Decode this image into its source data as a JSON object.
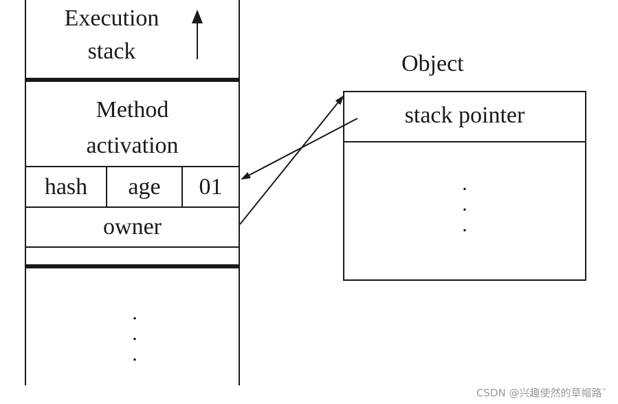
{
  "stack": {
    "title_line1": "Execution",
    "title_line2": "stack",
    "method_line1": "Method",
    "method_line2": "activation",
    "cell_hash": "hash",
    "cell_age": "age",
    "cell_01": "01",
    "owner": "owner",
    "ellipsis": [
      ".",
      ".",
      "."
    ]
  },
  "object": {
    "label": "Object",
    "stack_pointer": "stack pointer",
    "ellipsis": [
      ".",
      ".",
      "."
    ]
  },
  "watermark": "CSDN @兴趣使然的草帽路¯"
}
